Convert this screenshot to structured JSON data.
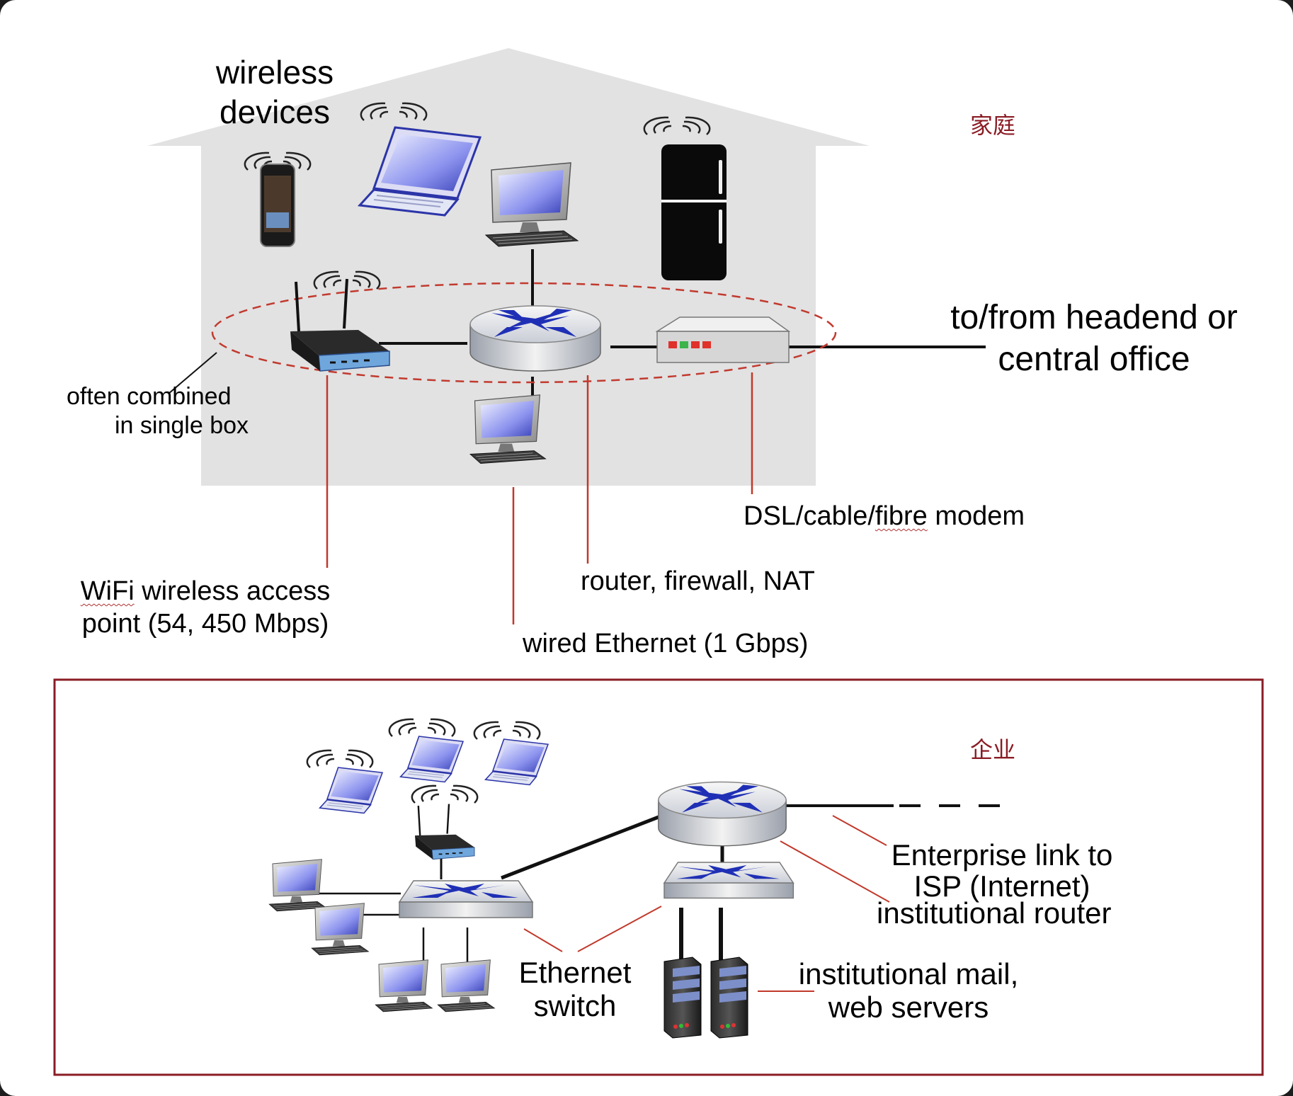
{
  "home": {
    "section_label": "家庭",
    "wireless_devices": [
      "wireless",
      "devices"
    ],
    "headend": [
      "to/from headend or",
      "central office"
    ],
    "combined": [
      "often combined",
      "in single box"
    ],
    "modem": {
      "prefix": "DSL/cable/",
      "squiggle": "fibre",
      "suffix": " modem"
    },
    "router": "router, firewall, NAT",
    "wifi": {
      "squiggle": "WiFi",
      "line1_rest": " wireless access",
      "line2": "point (54, 450 Mbps)"
    },
    "ethernet": "wired Ethernet (1 Gbps)"
  },
  "enterprise": {
    "section_label": "企业",
    "link": [
      "Enterprise link to",
      "ISP (Internet)"
    ],
    "router": "institutional router",
    "switch": [
      "Ethernet",
      "switch"
    ],
    "servers": [
      "institutional mail,",
      "web servers"
    ]
  },
  "colors": {
    "accent_red": "#8a1c24",
    "callout_red": "#c0392b",
    "house_gray": "#e2e2e2",
    "router_blue": "#1f2fb5"
  }
}
